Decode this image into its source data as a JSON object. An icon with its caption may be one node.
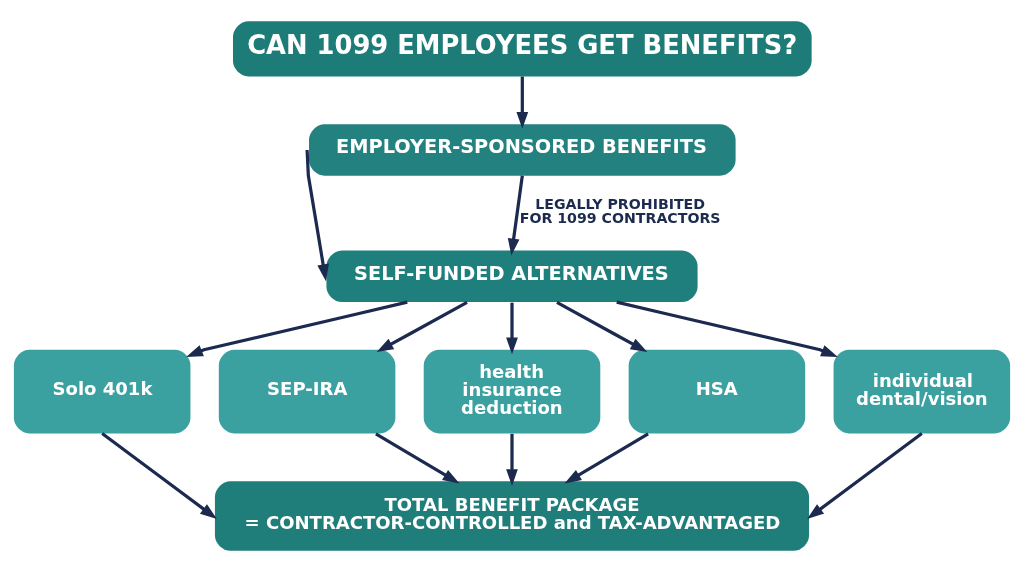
{
  "diagram": {
    "nodes": [
      {
        "text": [
          "CAN 1099 EMPLOYEES GET BENEFITS?"
        ]
      },
      {
        "text": [
          "EMPLOYER-SPONSORED BENEFITS"
        ]
      },
      {
        "text": [
          "SELF-FUNDED ALTERNATIVES"
        ]
      },
      {
        "text": [
          "Solo 401k"
        ]
      },
      {
        "text": [
          "SEP-IRA"
        ]
      },
      {
        "text": [
          "health insurance deduction"
        ]
      },
      {
        "text": [
          "HSA"
        ]
      },
      {
        "text": [
          "individual dental/vision"
        ]
      },
      {
        "text": [
          "TOTAL BENEFIT PACKAGE",
          "= CONTRACTOR-CONTROLLED and TAX-ADVANTAGED"
        ]
      }
    ],
    "edges": [
      {
        "from": 0,
        "to": 1,
        "arrow": "to"
      },
      {
        "from": 1,
        "to": 2,
        "arrow": "to",
        "label": "LEGALLY PROHIBITED FOR 1099 CONTRACTORS"
      },
      {
        "from": 1,
        "to": 2,
        "arrow": "to"
      },
      {
        "from": 2,
        "to": 3,
        "arrow": "to"
      },
      {
        "from": 2,
        "to": 4,
        "arrow": "to"
      },
      {
        "from": 2,
        "to": 5,
        "arrow": "to"
      },
      {
        "from": 2,
        "to": 6,
        "arrow": "to"
      },
      {
        "from": 2,
        "to": 7,
        "arrow": "to"
      },
      {
        "from": 3,
        "to": 8,
        "arrow": "to"
      },
      {
        "from": 4,
        "to": 8,
        "arrow": "to"
      },
      {
        "from": 5,
        "to": 8,
        "arrow": "to"
      },
      {
        "from": 6,
        "to": 8,
        "arrow": "to"
      },
      {
        "from": 7,
        "to": 8,
        "arrow": "to"
      }
    ]
  }
}
